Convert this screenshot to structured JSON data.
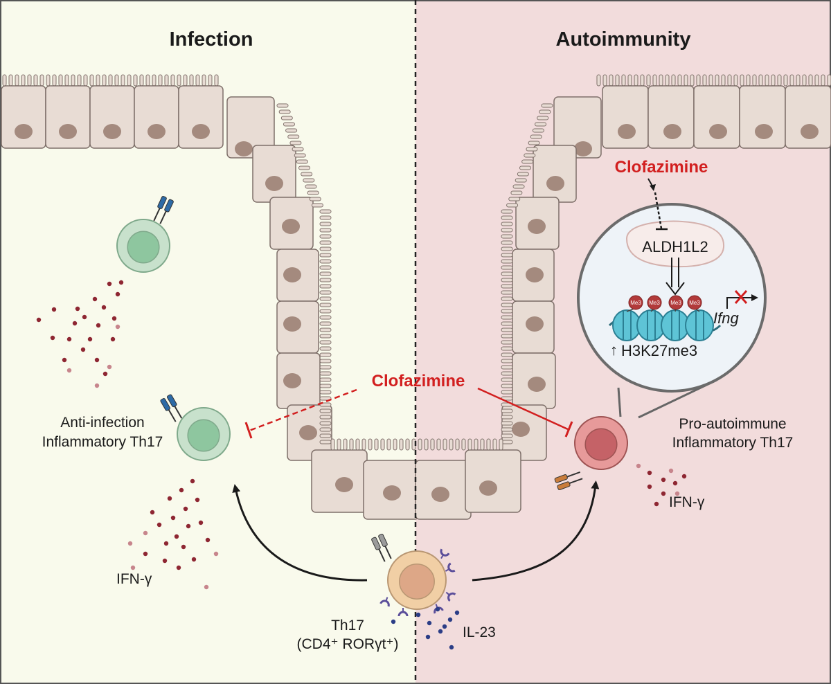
{
  "panels": {
    "left": {
      "title": "Infection",
      "bg": "#f9faec"
    },
    "right": {
      "title": "Autoimmunity",
      "bg": "#f2dcdc"
    }
  },
  "colors": {
    "inhibitor": "#d21f1f",
    "epithelium": "#e8dcd4",
    "nucleus": "#a48a7e",
    "anti_infection_cell": "#c8e1cc",
    "pro_autoimmune_cell": "#e79a9a",
    "th17_cell": "#f1cfa5",
    "cytokine_dot": "#8e2632",
    "il23_dot": "#2b3d86"
  },
  "labels": {
    "clofazimine_top": "Clofazimine",
    "clofazimine_center": "Clofazimine",
    "aldh": "ALDH1L2",
    "h3k27": "H3K27me3",
    "h3k27_arrow": "↑",
    "ifng_gene": "Ifng",
    "me3": "Me3",
    "anti_infection_line1": "Anti-infection",
    "anti_infection_line2": "Inflammatory Th17",
    "pro_auto_line1": "Pro-autoimmune",
    "pro_auto_line2": "Inflammatory Th17",
    "ifn_left": "IFN-γ",
    "ifn_right": "IFN-γ",
    "th17_line1": "Th17",
    "th17_line2": "(CD4⁺ RORγt⁺)",
    "il23": "IL-23"
  },
  "icons": [
    "mitochondrion-icon",
    "nucleosome-icon",
    "tcr-receptor-icon",
    "blocked-transcription-icon",
    "inhibition-arrow-icon"
  ]
}
